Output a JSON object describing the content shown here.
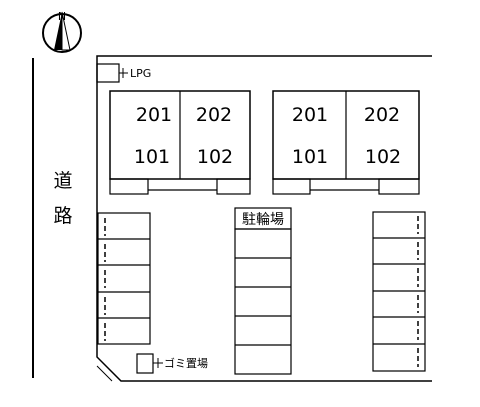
{
  "map": {
    "road_label_chars": [
      "道",
      "路"
    ],
    "lpg_label": "LPG",
    "garbage_label": "ゴミ置場",
    "bicycle_parking_label": "駐輪場",
    "buildings": [
      {
        "top_row": [
          "201",
          "202"
        ],
        "bottom_row": [
          "101",
          "102"
        ]
      },
      {
        "top_row": [
          "201",
          "202"
        ],
        "bottom_row": [
          "101",
          "102"
        ]
      }
    ],
    "north_icon": "north-arrow-icon",
    "line_color": "#000000",
    "background_color": "#ffffff"
  }
}
